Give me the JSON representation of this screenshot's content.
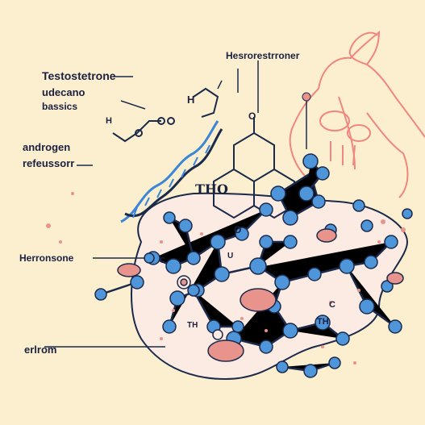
{
  "labels": {
    "testosterone": "Testostetrone",
    "undecano": "udecano",
    "basics": "bassics",
    "hesro": "Hesrorestrroner",
    "androgen": "androgen",
    "refeussorr": "refeussorr",
    "tho": "THO",
    "herronsone": "Herronsone",
    "erlrom": "erlrom",
    "c_label": "C",
    "th_label": "TH",
    "th_label2": "TH",
    "o_label": "O",
    "o_label2": "O",
    "h_label": "H",
    "u_label": "U",
    "c_label2": "C",
    "h_small": "H"
  },
  "colors": {
    "background": "#fbefcf",
    "cell": "#fcebe2",
    "atom": "#4f95d9",
    "bond": "#1b2a4a",
    "helix": "#3b86d6",
    "body_outline": "#f0867f",
    "organelle": "#e8938b"
  }
}
